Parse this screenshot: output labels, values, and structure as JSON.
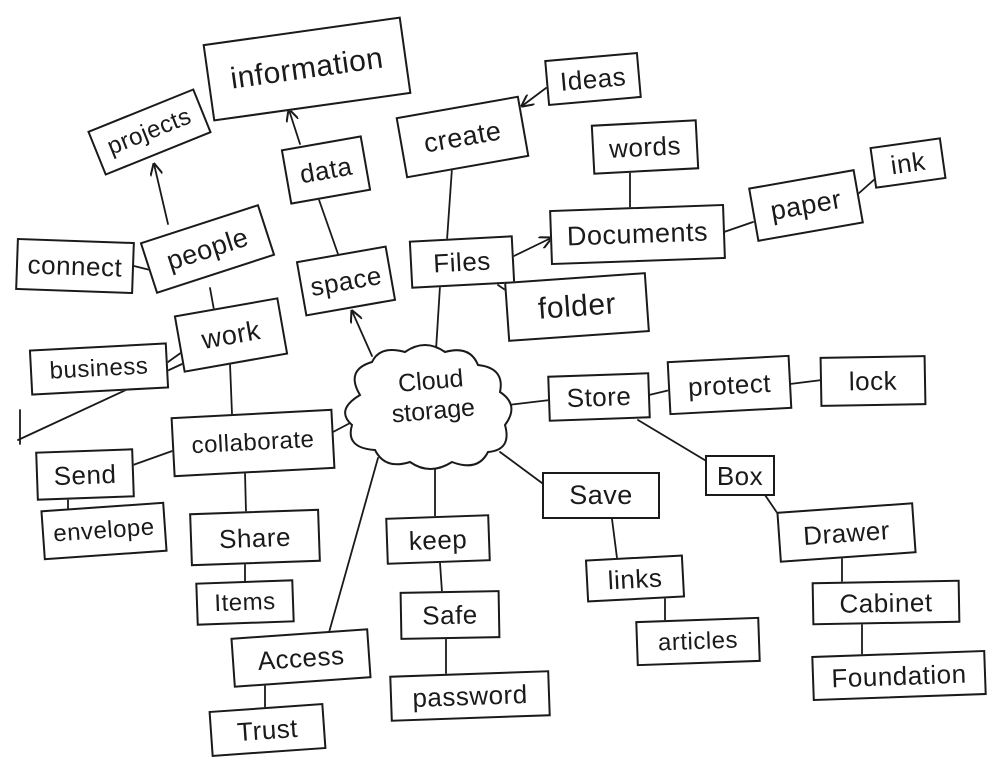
{
  "colors": {
    "ink": "#1a1a1a",
    "background": "#ffffff"
  },
  "map": {
    "center": {
      "line1": "Cloud",
      "line2": "storage"
    },
    "nodes": {
      "projects": "projects",
      "information": "information",
      "data": "data",
      "ideas": "Ideas",
      "create": "create",
      "words": "words",
      "ink": "ink",
      "paper": "paper",
      "documents": "Documents",
      "connect": "connect",
      "people": "people",
      "space": "space",
      "files": "Files",
      "folder": "folder",
      "business": "business",
      "work": "work",
      "store": "Store",
      "protect": "protect",
      "lock": "lock",
      "collaborate": "collaborate",
      "send": "Send",
      "box": "Box",
      "save": "Save",
      "envelope": "envelope",
      "share": "Share",
      "keep": "keep",
      "drawer": "Drawer",
      "links": "links",
      "items": "Items",
      "safe": "Safe",
      "cabinet": "Cabinet",
      "articles": "articles",
      "access": "Access",
      "foundation": "Foundation",
      "password": "password",
      "trust": "Trust"
    }
  }
}
